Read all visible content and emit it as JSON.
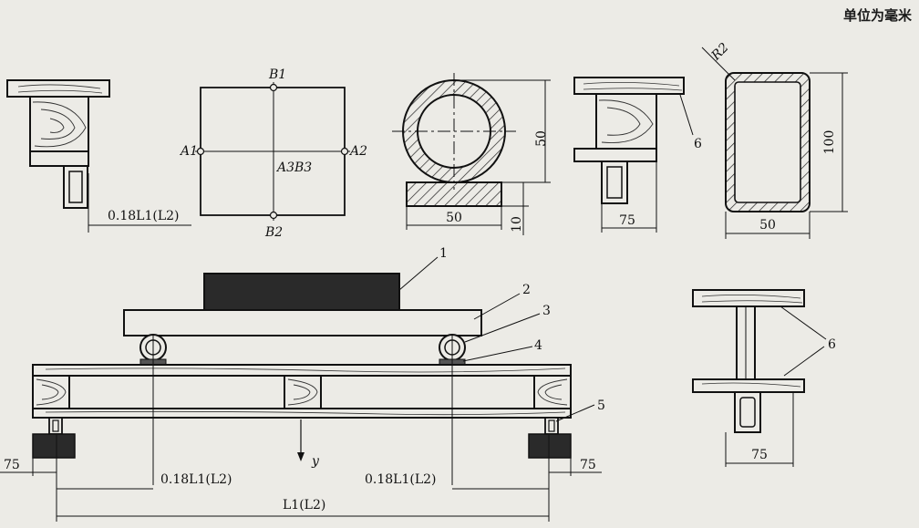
{
  "unit_note": "单位为毫米",
  "dimensions": {
    "d_018_top": "0.18L1(L2)",
    "d_50_height": "50",
    "d_50_width": "50",
    "d_10": "10",
    "d_75_top": "75",
    "d_100": "100",
    "d_50_rect": "50",
    "d_75_left": "75",
    "d_018_left": "0.18L1(L2)",
    "d_018_right": "0.18L1(L2)",
    "d_75_right": "75",
    "d_L": "L1(L2)",
    "d_75_side": "75",
    "radius": "R2"
  },
  "points": {
    "a1": "A1",
    "a2": "A2",
    "b1": "B1",
    "b2": "B2",
    "a3b3": "A3B3"
  },
  "callouts": [
    "1",
    "2",
    "3",
    "4",
    "5",
    "6",
    "6",
    "6"
  ],
  "axis_label": "y"
}
